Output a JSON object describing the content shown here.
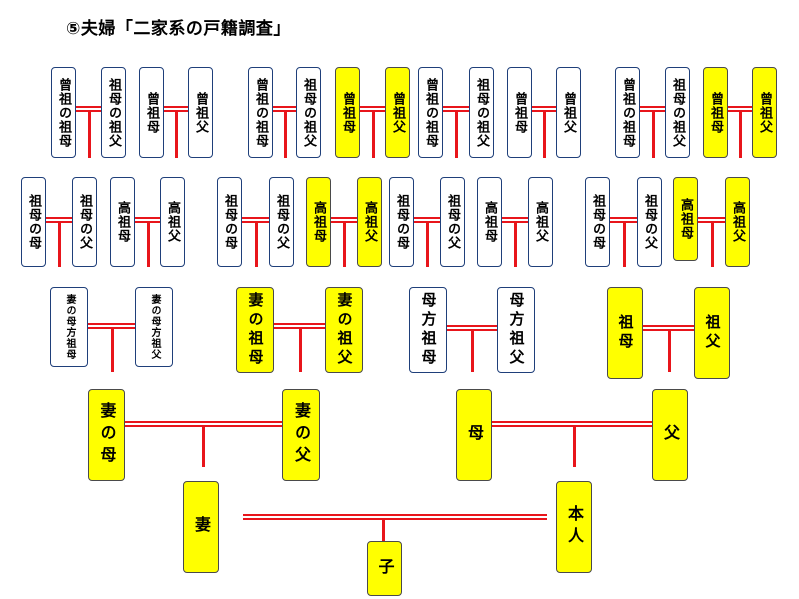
{
  "title": "⑤夫婦「二家系の戸籍調査」",
  "colors": {
    "highlight": "#ffff00",
    "line": "#e8151b",
    "border": "#1f3f7a"
  },
  "row1": [
    {
      "label": "曾祖の祖母",
      "highlight": false
    },
    {
      "label": "祖母の祖父",
      "highlight": false
    },
    {
      "label": "曾祖母",
      "highlight": false
    },
    {
      "label": "曾祖父",
      "highlight": false
    },
    {
      "label": "曾祖の祖母",
      "highlight": false
    },
    {
      "label": "祖母の祖父",
      "highlight": false
    },
    {
      "label": "曾祖母",
      "highlight": true
    },
    {
      "label": "曾祖父",
      "highlight": true
    },
    {
      "label": "曾祖の祖母",
      "highlight": false
    },
    {
      "label": "祖母の祖父",
      "highlight": false
    },
    {
      "label": "曾祖母",
      "highlight": false
    },
    {
      "label": "曾祖父",
      "highlight": false
    },
    {
      "label": "曾祖の祖母",
      "highlight": false
    },
    {
      "label": "祖母の祖父",
      "highlight": false
    },
    {
      "label": "曾祖母",
      "highlight": true
    },
    {
      "label": "曾祖父",
      "highlight": true
    }
  ],
  "row2": [
    {
      "label": "祖母の母",
      "highlight": false
    },
    {
      "label": "祖母の父",
      "highlight": false
    },
    {
      "label": "高祖母",
      "highlight": false
    },
    {
      "label": "高祖父",
      "highlight": false
    },
    {
      "label": "祖母の母",
      "highlight": false
    },
    {
      "label": "祖母の父",
      "highlight": false
    },
    {
      "label": "高祖母",
      "highlight": true
    },
    {
      "label": "高祖父",
      "highlight": true
    },
    {
      "label": "祖母の母",
      "highlight": false
    },
    {
      "label": "祖母の父",
      "highlight": false
    },
    {
      "label": "高祖母",
      "highlight": false
    },
    {
      "label": "高祖父",
      "highlight": false
    },
    {
      "label": "祖母の母",
      "highlight": false
    },
    {
      "label": "祖母の父",
      "highlight": false
    },
    {
      "label": "高祖母",
      "highlight": true
    },
    {
      "label": "高祖父",
      "highlight": true
    }
  ],
  "row3": [
    {
      "label": "妻の母方祖母",
      "highlight": false
    },
    {
      "label": "妻の母方祖父",
      "highlight": false
    },
    {
      "label": "妻の祖母",
      "highlight": true
    },
    {
      "label": "妻の祖父",
      "highlight": true
    },
    {
      "label": "母方祖母",
      "highlight": false
    },
    {
      "label": "母方祖父",
      "highlight": false
    },
    {
      "label": "祖母",
      "highlight": true
    },
    {
      "label": "祖父",
      "highlight": true
    }
  ],
  "row4": [
    {
      "label": "妻の母",
      "highlight": true
    },
    {
      "label": "妻の父",
      "highlight": true
    },
    {
      "label": "母",
      "highlight": true
    },
    {
      "label": "父",
      "highlight": true
    }
  ],
  "row5": [
    {
      "label": "妻",
      "highlight": true
    },
    {
      "label": "本人",
      "highlight": true
    }
  ],
  "child": {
    "label": "子",
    "highlight": true
  }
}
